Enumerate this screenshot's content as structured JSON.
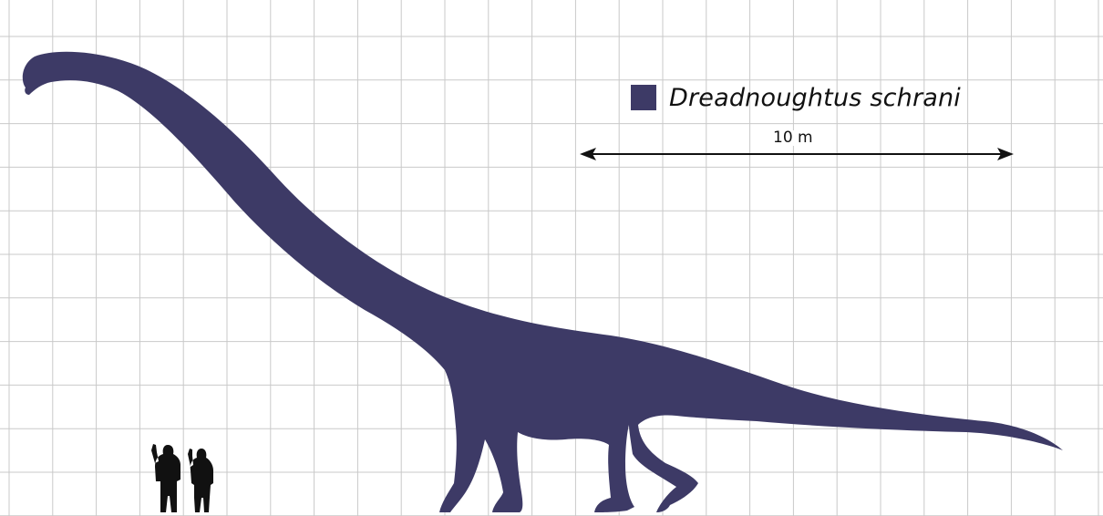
{
  "legend": {
    "species_name": "Dreadnoughtus schrani"
  },
  "scale_bar": {
    "label": "10 m"
  },
  "colors": {
    "dinosaur_fill": "#3d3a66",
    "human_fill": "#111111",
    "grid_line": "#c9c9c9",
    "scale_bar": "#111111",
    "background": "#ffffff"
  },
  "icons": [
    "dinosaur-silhouette",
    "human-silhouette",
    "double-arrow"
  ]
}
